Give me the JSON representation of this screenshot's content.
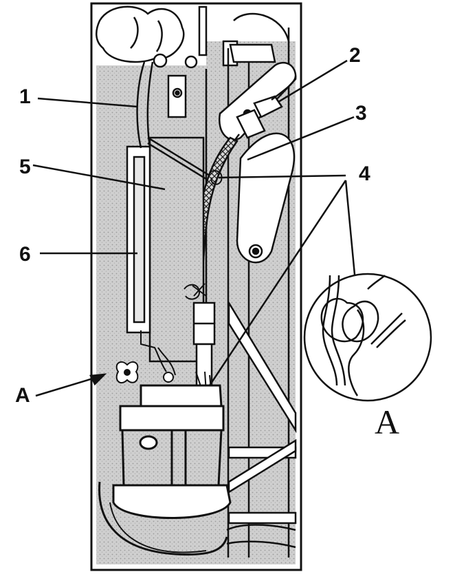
{
  "figure": {
    "callouts": [
      {
        "id": "1",
        "text": "1"
      },
      {
        "id": "2",
        "text": "2"
      },
      {
        "id": "3",
        "text": "3"
      },
      {
        "id": "4",
        "text": "4"
      },
      {
        "id": "5",
        "text": "5"
      },
      {
        "id": "6",
        "text": "6"
      },
      {
        "id": "A",
        "text": "A"
      }
    ],
    "inset": {
      "label": "A"
    },
    "colors": {
      "ink": "#111111",
      "shade": "#cfcfcf",
      "paper": "#ffffff"
    }
  }
}
